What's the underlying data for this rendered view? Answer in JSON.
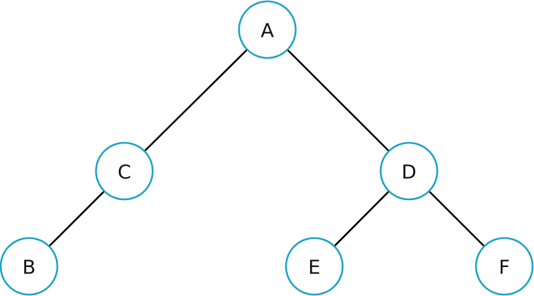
{
  "diagram": {
    "type": "binary-tree",
    "colors": {
      "node_border": "#1aa3c4",
      "edge": "#000000",
      "label": "#111111",
      "background": "#ffffff"
    },
    "nodes": [
      {
        "id": "A",
        "label": "A"
      },
      {
        "id": "C",
        "label": "C"
      },
      {
        "id": "D",
        "label": "D"
      },
      {
        "id": "B",
        "label": "B"
      },
      {
        "id": "E",
        "label": "E"
      },
      {
        "id": "F",
        "label": "F"
      }
    ],
    "edges": [
      {
        "from": "A",
        "to": "C"
      },
      {
        "from": "A",
        "to": "D"
      },
      {
        "from": "C",
        "to": "B"
      },
      {
        "from": "D",
        "to": "E"
      },
      {
        "from": "D",
        "to": "F"
      }
    ]
  }
}
